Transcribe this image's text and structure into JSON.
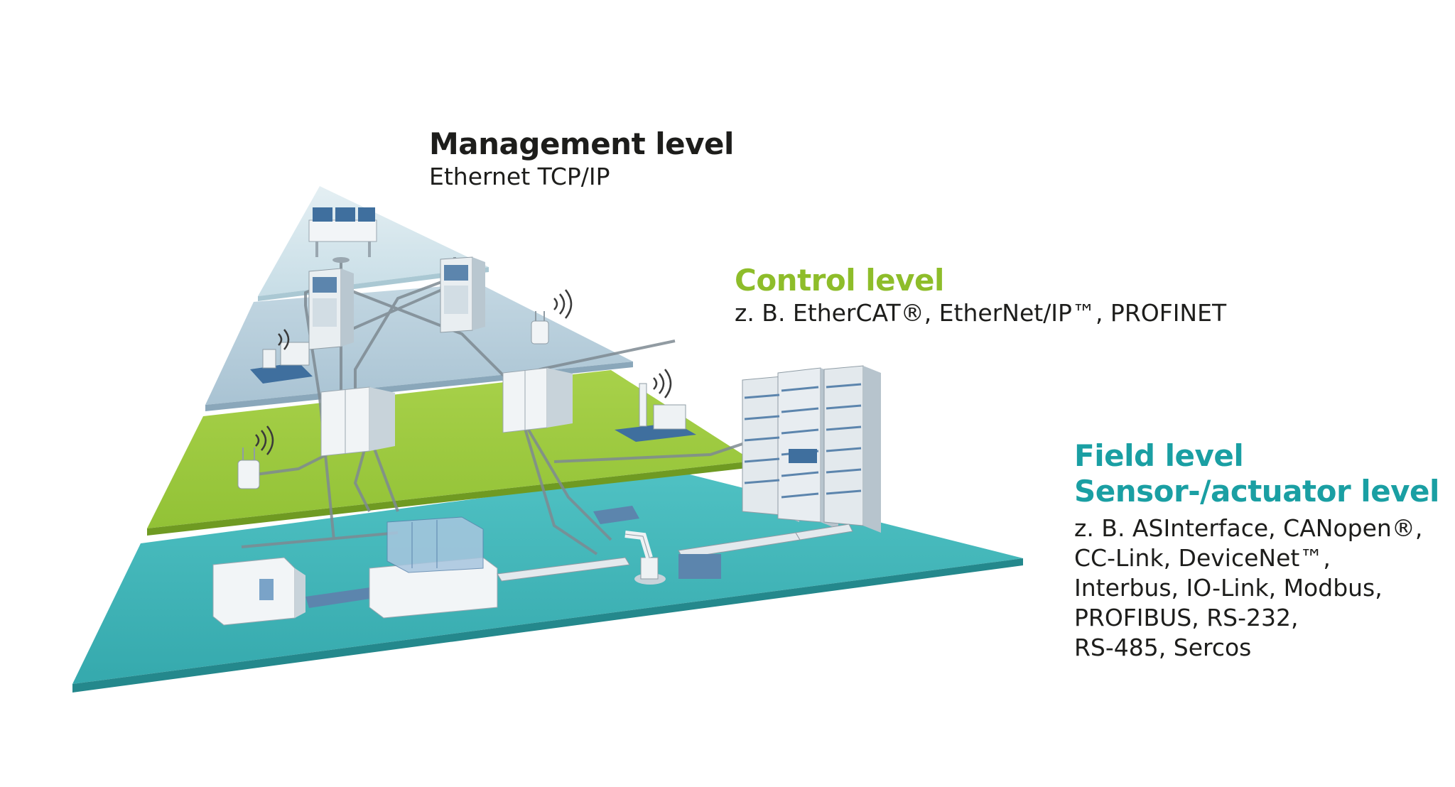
{
  "levels": {
    "management": {
      "title": "Management level",
      "protocols": "Ethernet TCP/IP",
      "color": "#1d1d1b",
      "layer_color": "#d6e8ee"
    },
    "control": {
      "title": "Control level",
      "protocols": "z. B. EtherCAT®, EtherNet/IP™, PROFINET",
      "color": "#8ebd2a",
      "layer_color": "#b9d0dc",
      "layer_color_2": "#9bc73d"
    },
    "field": {
      "title_line1": "Field level",
      "title_line2": "Sensor-/actuator level",
      "protocols": [
        "z. B. ASInterface, CANopen®,",
        "CC-Link, DeviceNet™,",
        "Interbus, IO-Link, Modbus,",
        "PROFIBUS, RS-232,",
        "RS-485, Sercos"
      ],
      "color": "#1a9fa3",
      "layer_color": "#43b6b9"
    }
  },
  "icons": [
    "workstation-icon",
    "control-cabinet-icon",
    "wireless-access-point-icon",
    "agv-icon",
    "robot-arm-icon",
    "conveyor-icon",
    "warehouse-rack-icon",
    "cnc-machine-icon"
  ]
}
